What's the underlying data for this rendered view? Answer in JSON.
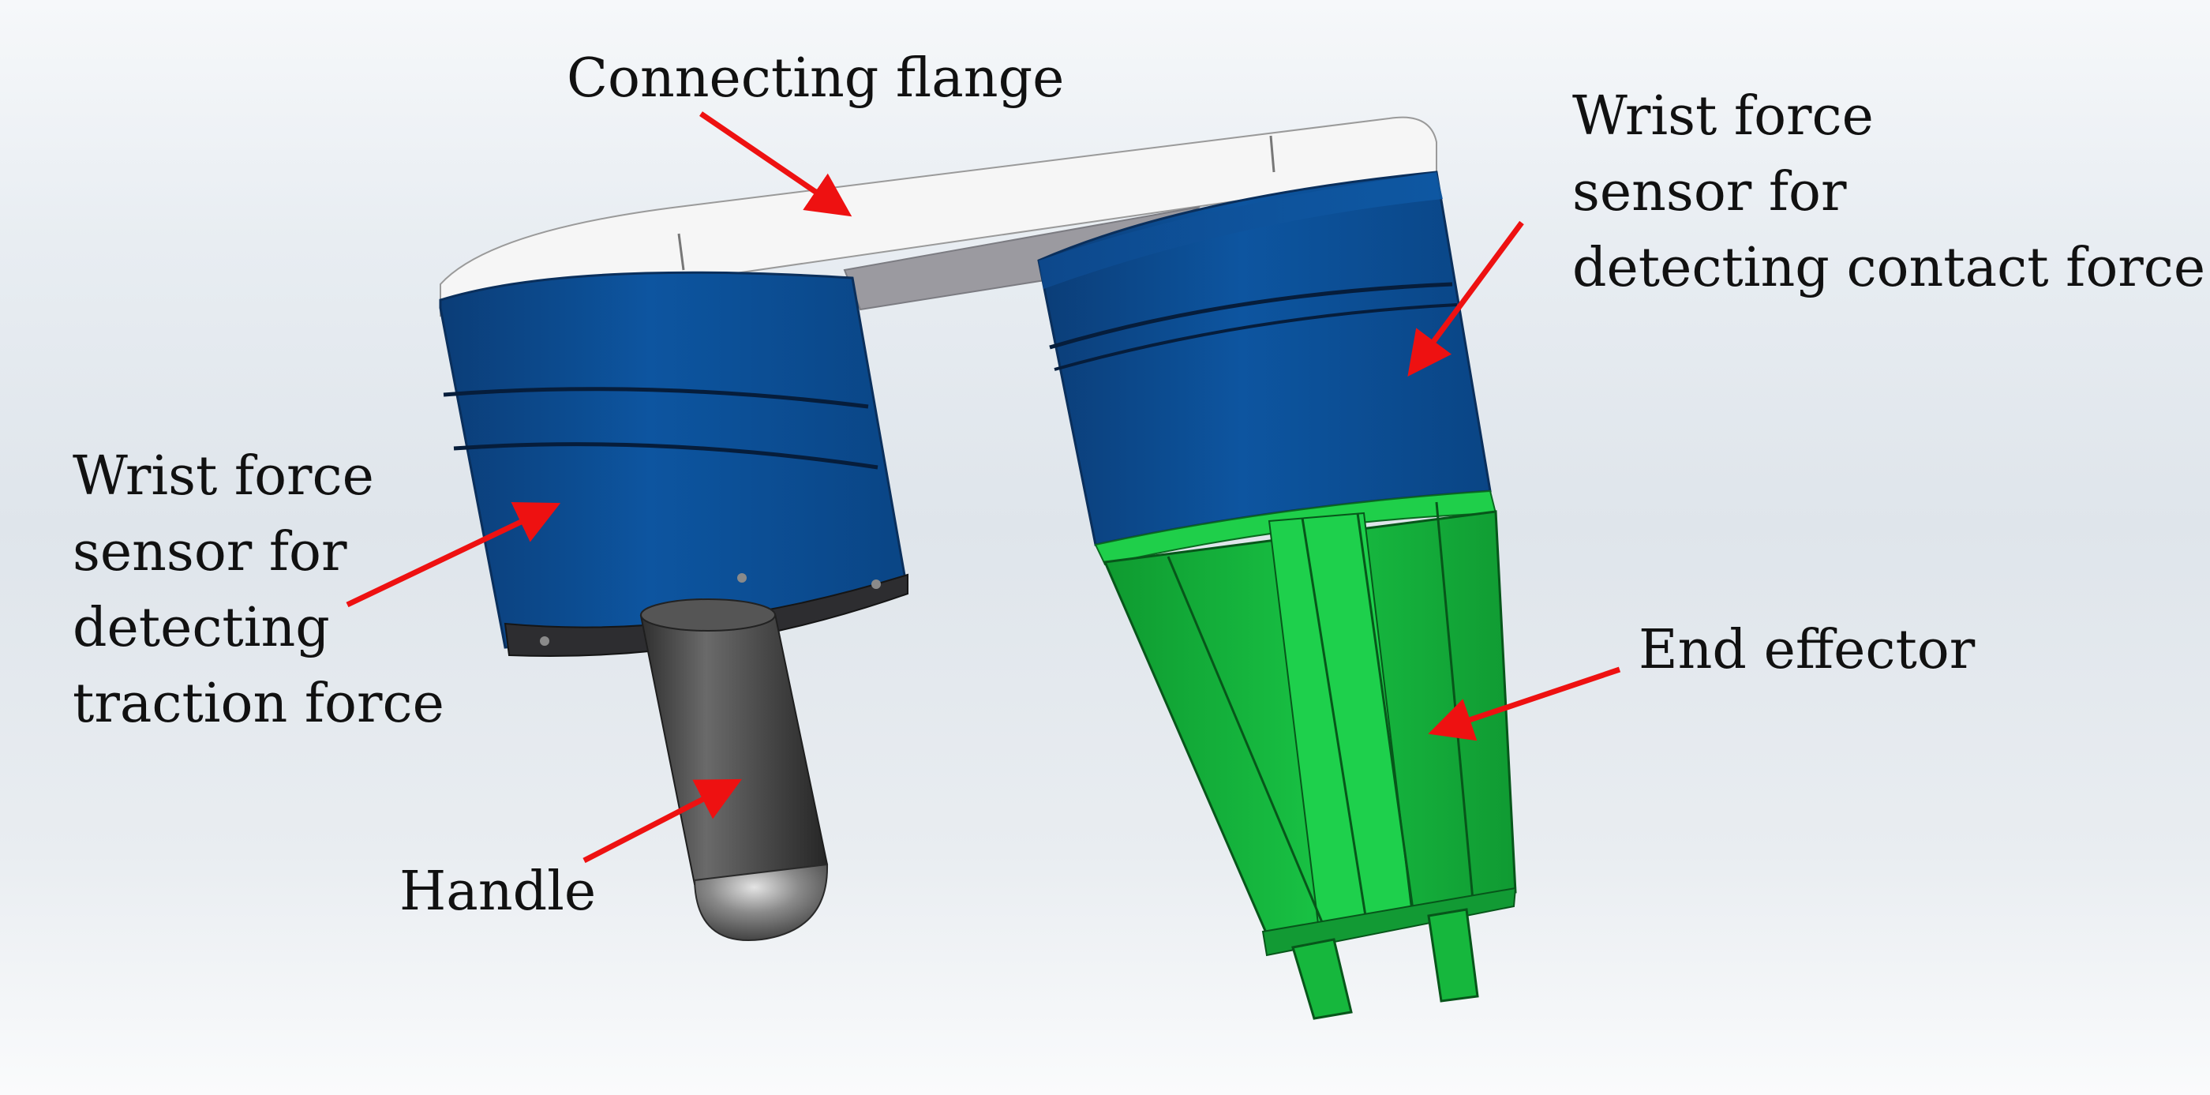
{
  "annotations": {
    "connecting_flange": "Connecting flange",
    "wrist_sensor_contact": [
      "Wrist force",
      "sensor for",
      "detecting contact force"
    ],
    "wrist_sensor_traction": [
      "Wrist force",
      "sensor for",
      "detecting",
      "traction force"
    ],
    "end_effector": "End effector",
    "handle": "Handle"
  },
  "colors": {
    "sensor_blue": "#0a4b8f",
    "effector_green": "#14b33a",
    "flange_white": "#f4f4f4",
    "handle_gray": "#4a4a4a",
    "arrow_red": "#ee1111"
  }
}
